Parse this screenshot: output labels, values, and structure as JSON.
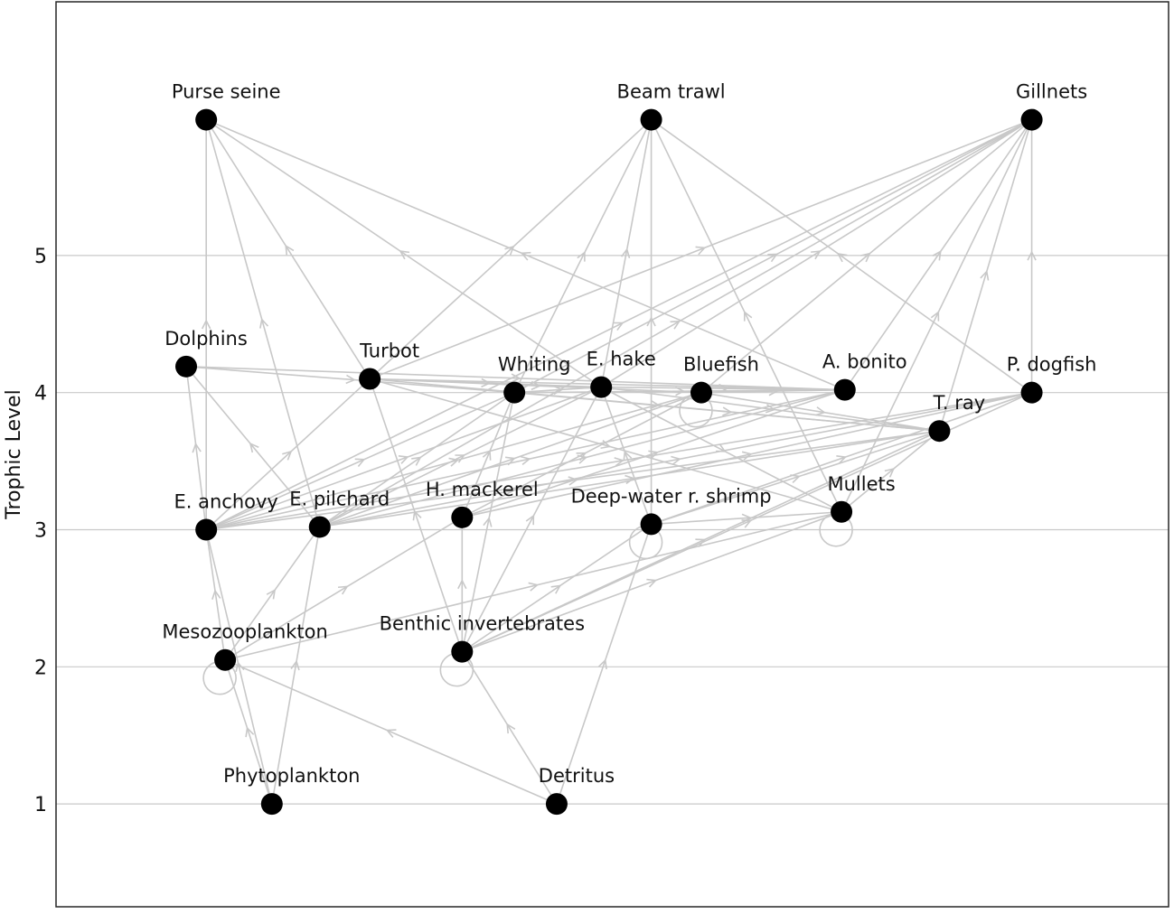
{
  "chart_data": {
    "type": "network",
    "ylabel": "Trophic Level",
    "yticks": [
      1,
      2,
      3,
      4,
      5
    ],
    "ylim": [
      0.25,
      6.85
    ],
    "grid": true,
    "colors": {
      "edge": "#c8c8c8",
      "node": "#000000",
      "grid": "#c9c9c9",
      "axis": "#262626"
    },
    "nodes": [
      {
        "id": "purse",
        "label": "Purse seine",
        "col": 0.135,
        "tl": 5.99
      },
      {
        "id": "beam",
        "label": "Beam trawl",
        "col": 0.535,
        "tl": 5.99
      },
      {
        "id": "gill",
        "label": "Gillnets",
        "col": 0.877,
        "tl": 5.99
      },
      {
        "id": "dolphins",
        "label": "Dolphins",
        "col": 0.117,
        "tl": 4.19
      },
      {
        "id": "turbot",
        "label": "Turbot",
        "col": 0.282,
        "tl": 4.1
      },
      {
        "id": "whiting",
        "label": "Whiting",
        "col": 0.412,
        "tl": 4.0
      },
      {
        "id": "hake",
        "label": "E. hake",
        "col": 0.49,
        "tl": 4.04
      },
      {
        "id": "bluefish",
        "label": "Bluefish",
        "col": 0.58,
        "tl": 4.0
      },
      {
        "id": "bonito",
        "label": "A. bonito",
        "col": 0.709,
        "tl": 4.02
      },
      {
        "id": "dogfish",
        "label": "P. dogfish",
        "col": 0.877,
        "tl": 4.0
      },
      {
        "id": "ray",
        "label": "T. ray",
        "col": 0.794,
        "tl": 3.72
      },
      {
        "id": "anchovy",
        "label": "E. anchovy",
        "col": 0.135,
        "tl": 3.0
      },
      {
        "id": "pilchard",
        "label": "E. pilchard",
        "col": 0.237,
        "tl": 3.02
      },
      {
        "id": "hmackerel",
        "label": "H. mackerel",
        "col": 0.365,
        "tl": 3.09
      },
      {
        "id": "shrimp",
        "label": "Deep-water r. shrimp",
        "col": 0.535,
        "tl": 3.04
      },
      {
        "id": "mullets",
        "label": "Mullets",
        "col": 0.706,
        "tl": 3.13
      },
      {
        "id": "meso",
        "label": "Mesozooplankton",
        "col": 0.152,
        "tl": 2.05
      },
      {
        "id": "benthic",
        "label": "Benthic invertebrates",
        "col": 0.365,
        "tl": 2.11
      },
      {
        "id": "phyto",
        "label": "Phytoplankton",
        "col": 0.194,
        "tl": 1.0
      },
      {
        "id": "detritus",
        "label": "Detritus",
        "col": 0.45,
        "tl": 1.0
      }
    ],
    "edges": [
      [
        "phyto",
        "meso"
      ],
      [
        "phyto",
        "anchovy"
      ],
      [
        "phyto",
        "pilchard"
      ],
      [
        "detritus",
        "meso"
      ],
      [
        "detritus",
        "benthic"
      ],
      [
        "detritus",
        "shrimp"
      ],
      [
        "meso",
        "anchovy"
      ],
      [
        "meso",
        "pilchard"
      ],
      [
        "meso",
        "hmackerel"
      ],
      [
        "meso",
        "mullets"
      ],
      [
        "benthic",
        "turbot"
      ],
      [
        "benthic",
        "whiting"
      ],
      [
        "benthic",
        "hake"
      ],
      [
        "benthic",
        "hmackerel"
      ],
      [
        "benthic",
        "shrimp"
      ],
      [
        "benthic",
        "mullets"
      ],
      [
        "benthic",
        "ray"
      ],
      [
        "benthic",
        "dogfish"
      ],
      [
        "anchovy",
        "dolphins"
      ],
      [
        "anchovy",
        "turbot"
      ],
      [
        "anchovy",
        "whiting"
      ],
      [
        "anchovy",
        "hake"
      ],
      [
        "anchovy",
        "bluefish"
      ],
      [
        "anchovy",
        "bonito"
      ],
      [
        "anchovy",
        "ray"
      ],
      [
        "anchovy",
        "dogfish"
      ],
      [
        "pilchard",
        "dolphins"
      ],
      [
        "pilchard",
        "whiting"
      ],
      [
        "pilchard",
        "hake"
      ],
      [
        "pilchard",
        "bluefish"
      ],
      [
        "pilchard",
        "bonito"
      ],
      [
        "pilchard",
        "ray"
      ],
      [
        "pilchard",
        "dogfish"
      ],
      [
        "hmackerel",
        "whiting"
      ],
      [
        "hmackerel",
        "bluefish"
      ],
      [
        "hmackerel",
        "bonito"
      ],
      [
        "hmackerel",
        "dogfish"
      ],
      [
        "shrimp",
        "hake"
      ],
      [
        "shrimp",
        "ray"
      ],
      [
        "shrimp",
        "dogfish"
      ],
      [
        "shrimp",
        "mullets"
      ],
      [
        "mullets",
        "ray"
      ],
      [
        "dolphins",
        "whiting"
      ],
      [
        "dolphins",
        "bonito"
      ],
      [
        "turbot",
        "hake"
      ],
      [
        "turbot",
        "bluefish"
      ],
      [
        "turbot",
        "bonito"
      ],
      [
        "turbot",
        "ray"
      ],
      [
        "turbot",
        "mullets"
      ],
      [
        "whiting",
        "hake"
      ],
      [
        "whiting",
        "bonito"
      ],
      [
        "whiting",
        "ray"
      ],
      [
        "hake",
        "bonito"
      ],
      [
        "hake",
        "ray"
      ],
      [
        "hake",
        "mullets"
      ],
      [
        "bluefish",
        "bonito"
      ],
      [
        "bluefish",
        "ray"
      ],
      [
        "anchovy",
        "purse"
      ],
      [
        "pilchard",
        "purse"
      ],
      [
        "turbot",
        "purse"
      ],
      [
        "hake",
        "purse"
      ],
      [
        "bonito",
        "purse"
      ],
      [
        "turbot",
        "beam"
      ],
      [
        "whiting",
        "beam"
      ],
      [
        "hake",
        "beam"
      ],
      [
        "shrimp",
        "beam"
      ],
      [
        "mullets",
        "beam"
      ],
      [
        "dogfish",
        "beam"
      ],
      [
        "anchovy",
        "gill"
      ],
      [
        "pilchard",
        "gill"
      ],
      [
        "turbot",
        "gill"
      ],
      [
        "whiting",
        "gill"
      ],
      [
        "hake",
        "gill"
      ],
      [
        "bluefish",
        "gill"
      ],
      [
        "bonito",
        "gill"
      ],
      [
        "ray",
        "gill"
      ],
      [
        "mullets",
        "gill"
      ],
      [
        "dogfish",
        "gill"
      ]
    ],
    "self_loops": [
      "meso",
      "benthic",
      "mullets",
      "shrimp",
      "bluefish"
    ]
  }
}
